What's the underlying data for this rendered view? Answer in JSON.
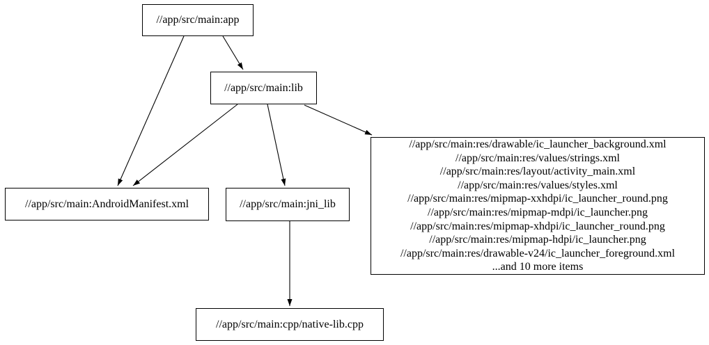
{
  "graph": {
    "type": "dependency-graph",
    "background_color": "#ffffff",
    "stroke_color": "#000000",
    "nodes": {
      "app": {
        "label": "//app/src/main:app"
      },
      "lib": {
        "label": "//app/src/main:lib"
      },
      "android_manifest": {
        "label": "//app/src/main:AndroidManifest.xml"
      },
      "jni_lib": {
        "label": "//app/src/main:jni_lib"
      },
      "native_lib_cpp": {
        "label": "//app/src/main:cpp/native-lib.cpp"
      },
      "resources": {
        "lines": [
          "//app/src/main:res/drawable/ic_launcher_background.xml",
          "//app/src/main:res/values/strings.xml",
          "//app/src/main:res/layout/activity_main.xml",
          "//app/src/main:res/values/styles.xml",
          "//app/src/main:res/mipmap-xxhdpi/ic_launcher_round.png",
          "//app/src/main:res/mipmap-mdpi/ic_launcher.png",
          "//app/src/main:res/mipmap-xhdpi/ic_launcher_round.png",
          "//app/src/main:res/mipmap-hdpi/ic_launcher.png",
          "//app/src/main:res/drawable-v24/ic_launcher_foreground.xml",
          "...and 10 more items"
        ]
      }
    },
    "edges": [
      {
        "from": "app",
        "to": "lib"
      },
      {
        "from": "app",
        "to": "android_manifest"
      },
      {
        "from": "lib",
        "to": "android_manifest"
      },
      {
        "from": "lib",
        "to": "jni_lib"
      },
      {
        "from": "lib",
        "to": "resources"
      },
      {
        "from": "jni_lib",
        "to": "native_lib_cpp"
      }
    ]
  }
}
